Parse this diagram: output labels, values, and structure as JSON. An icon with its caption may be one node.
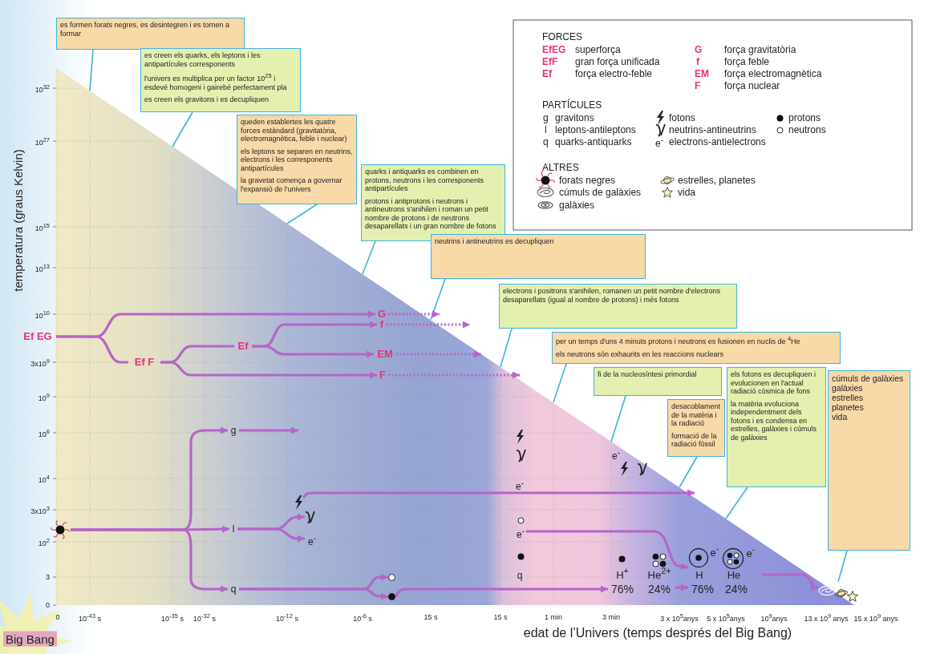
{
  "diagram": {
    "nodes": [
      {
        "text": [
          "es formen forats negres, es desintegren i es tornen a formar"
        ]
      },
      {
        "text": [
          "es creen els quarks, els leptons i les antipartícules corresponents",
          "l'univers es multiplica per un factor 10$^{25}$ i esdevé homogeni i gairebé perfectament pla",
          "es creen els gravitons i es decupliquen"
        ]
      },
      {
        "text": [
          "queden establertes les quatre forces estàndard (gravitatòria, electromagnètica, feble i nuclear)",
          "els leptons se separen en neutrins, electrons i les corresponents antipartícules",
          "la gravetat comença a governar l'expansió de l'univers"
        ]
      },
      {
        "text": [
          "quarks i antiquarks es combinen en protons, neutrons i les corresponents antipartícules",
          "protons i antiprotons i neutrons i antineutrons s'anihilen i roman un petit nombre de protons i de neutrons desaparellats i un gran nombre de fotons"
        ]
      },
      {
        "text": [
          "neutrins i antineutrins es decupliquen"
        ]
      },
      {
        "text": [
          "electrons i positrons s'anihilen, romanen un petit nombre d'electrons desaparellats (igual al nombre de protons) i més fotons"
        ]
      },
      {
        "text": [
          "per un temps d'uns 4 minuts protons i neutrons es fusionen en nuclis de $^{4}$He",
          "els neutrons són exhaurits en les reaccions nuclears"
        ]
      },
      {
        "text": [
          "fi de la nucleosíntesi primordial"
        ]
      },
      {
        "text": [
          "desacoblament de la matèria i la radiació",
          "formació de la radiació fòssil"
        ]
      },
      {
        "text": [
          "els fotons es decupliquen i evolucionen en l'actual radiació còsmica de fons",
          "la matèria evoluciona independentment dels fotons i es condensa en estrelles, galàxies i cúmuls de galàxies"
        ]
      },
      {
        "text": [
          "cúmuls de galàxies",
          "galàxies",
          "estrelles",
          "planetes",
          "vida"
        ]
      },
      {
        "text": [
          "Ef EG"
        ]
      },
      {
        "text": [
          "G"
        ]
      },
      {
        "text": [
          "Ef F"
        ]
      },
      {
        "text": [
          "Ef"
        ]
      },
      {
        "text": [
          "f"
        ]
      },
      {
        "text": [
          "EM"
        ]
      },
      {
        "text": [
          "F"
        ]
      },
      {
        "text": [],
        "shape": "picture"
      },
      {
        "text": [
          "g"
        ]
      },
      {
        "text": [
          "l"
        ]
      },
      {
        "text": [
          "q"
        ]
      },
      {
        "text": [],
        "shape": "picture"
      },
      {
        "text": [
          "e$^{-}$"
        ]
      },
      {
        "text": [],
        "shape": "picture"
      },
      {
        "text": [],
        "shape": "circle"
      },
      {
        "text": [],
        "shape": "circle"
      },
      {
        "text": [
          "e$^{-}$"
        ]
      },
      {
        "text": [
          "H$^{+}$",
          "76%"
        ]
      },
      {
        "text": [
          "He$^{2+}$",
          "24%"
        ]
      },
      {
        "text": [
          "e$^{-}$",
          "H",
          "76%"
        ]
      },
      {
        "text": [
          "e$^{-}$",
          "He",
          "24%"
        ]
      },
      {
        "text": [],
        "shape": "picture"
      }
    ],
    "edges": [
      {
        "from": 0,
        "to": null,
        "arrow": "none",
        "color": "#3cb4dc"
      },
      {
        "from": 1,
        "to": null,
        "arrow": "none",
        "color": "#3cb4dc"
      },
      {
        "from": 2,
        "to": null,
        "arrow": "none",
        "color": "#3cb4dc"
      },
      {
        "from": 3,
        "to": null,
        "arrow": "none",
        "color": "#3cb4dc"
      },
      {
        "from": 4,
        "to": null,
        "arrow": "none",
        "color": "#3cb4dc"
      },
      {
        "from": 5,
        "to": null,
        "arrow": "none",
        "color": "#3cb4dc"
      },
      {
        "from": 6,
        "to": null,
        "arrow": "none",
        "color": "#3cb4dc"
      },
      {
        "from": 7,
        "to": null,
        "arrow": "none",
        "color": "#3cb4dc"
      },
      {
        "from": 8,
        "to": null,
        "arrow": "none",
        "color": "#3cb4dc"
      },
      {
        "from": 9,
        "to": null,
        "arrow": "none",
        "color": "#3cb4dc"
      },
      {
        "from": 10,
        "to": 32,
        "arrow": "none",
        "color": "#3cb4dc"
      },
      {
        "from": 11,
        "to": 12,
        "arrow": "to"
      },
      {
        "from": 11,
        "to": 13,
        "arrow": "none"
      },
      {
        "from": 13,
        "to": 14,
        "arrow": "none"
      },
      {
        "from": 13,
        "to": 17,
        "arrow": "to"
      },
      {
        "from": 14,
        "to": 15,
        "arrow": "to"
      },
      {
        "from": 14,
        "to": 16,
        "arrow": "to"
      },
      {
        "from": 12,
        "to": null,
        "arrow": "to",
        "style": "dashed"
      },
      {
        "from": 15,
        "to": null,
        "arrow": "to",
        "style": "dashed"
      },
      {
        "from": 16,
        "to": null,
        "arrow": "to",
        "style": "dashed"
      },
      {
        "from": 17,
        "to": null,
        "arrow": "to",
        "style": "dashed"
      },
      {
        "from": 18,
        "to": 19,
        "arrow": "to"
      },
      {
        "from": 18,
        "to": 20,
        "arrow": "to"
      },
      {
        "from": 18,
        "to": 21,
        "arrow": "to"
      },
      {
        "from": 19,
        "to": null,
        "arrow": "to"
      },
      {
        "from": 20,
        "to": 22,
        "arrow": "to"
      },
      {
        "from": 20,
        "to": 23,
        "arrow": "to"
      },
      {
        "from": 24,
        "to": null,
        "arrow": "to"
      },
      {
        "from": 21,
        "to": 25,
        "arrow": "to"
      },
      {
        "from": 21,
        "to": 26,
        "arrow": "to"
      },
      {
        "from": 26,
        "to": 28,
        "arrow": "to"
      },
      {
        "from": 29,
        "to": 30,
        "arrow": "to"
      },
      {
        "from": 27,
        "to": 30,
        "arrow": "to"
      },
      {
        "from": 31,
        "to": 32,
        "arrow": "to"
      }
    ],
    "labels": [
      "FORCES",
      "EfEG",
      "superforça",
      "G",
      "força gravitatòria",
      "EfF",
      "gran força unificada",
      "f",
      "força feble",
      "Ef",
      "força electro-feble",
      "EM",
      "força electromagnètica",
      "F",
      "força nuclear",
      "PARTÍCULES",
      "g",
      "gravitons",
      "fotons",
      "protons",
      "l",
      "leptons-antileptons",
      "neutrins-antineutrins",
      "neutrons",
      "q",
      "quarks-antiquarks",
      "e$^{-}$",
      "electrons-antielectrons",
      "ALTRES",
      "forats negres",
      "estrelles, planetes",
      "cúmuls de galàxies",
      "vida",
      "galàxies",
      "10$^{32}$",
      "10$^{27}$",
      "10$^{15}$",
      "10$^{13}$",
      "10$^{10}$",
      "3x10$^{9}$",
      "10$^{9}$",
      "10$^{6}$",
      "10$^{4}$",
      "3x10$^{3}$",
      "10$^{2}$",
      "3",
      "0",
      "temperatura (graus Kelvin)",
      "e$^{-}$",
      "e$^{-}$",
      "q",
      "0",
      "10$^{-43}$ s",
      "10$^{-35}$ s",
      "10$^{-32}$ s",
      "10$^{-12}$ s",
      "10$^{-6}$ s",
      "15 s",
      "15 s",
      "1 min",
      "3 min",
      "3 x 10$^{5}$anys",
      "5 x 10$^{5}$anys",
      "10$^{9}$anys",
      "13 x 10$^{9}$ anys",
      "15 x 10$^{9}$ anys",
      "edat de l’Univers (temps després del Big Bang)",
      "Big Bang"
    ]
  }
}
